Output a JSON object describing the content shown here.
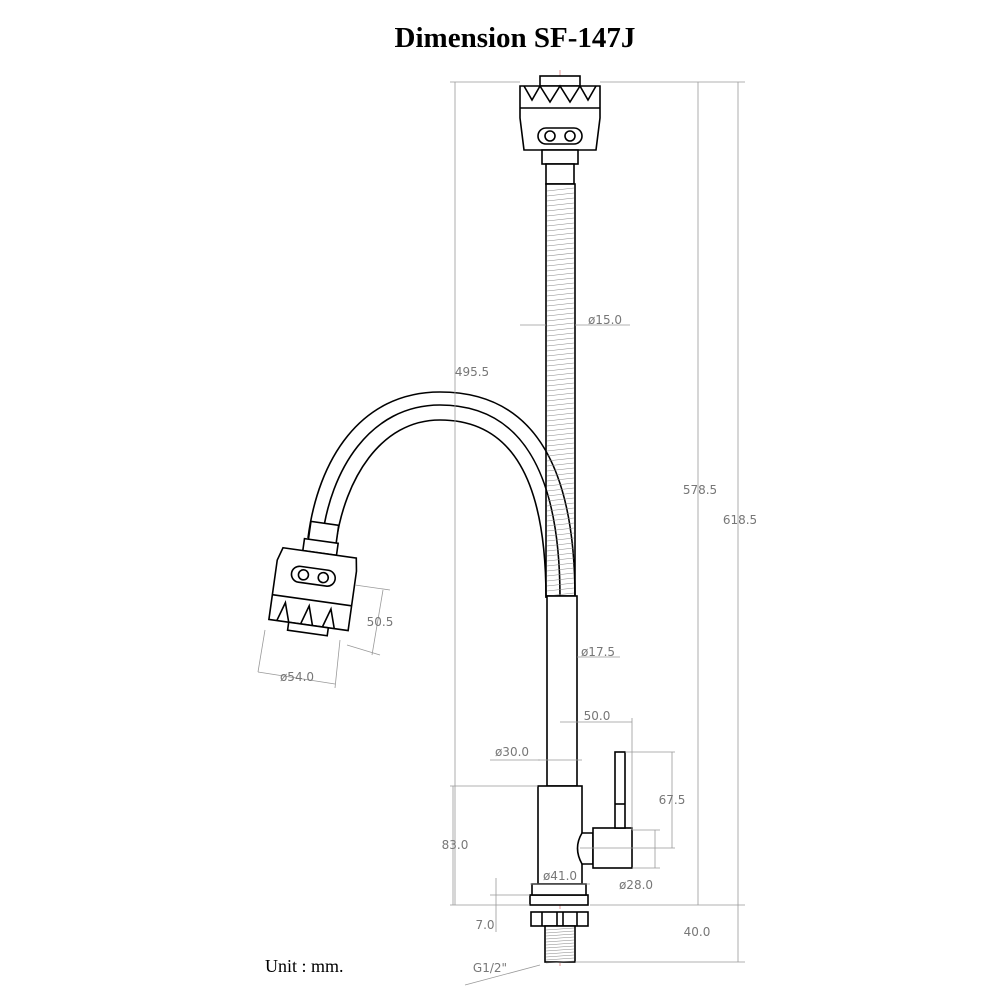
{
  "title": "Dimension  SF-147J",
  "unit": "Unit : mm.",
  "dimensions": {
    "total_height": "618.5",
    "height_to_ring": "578.5",
    "spout_height": "495.5",
    "hose_diameter": "ø15.0",
    "pipe_diameter": "ø17.5",
    "handle_offset": "50.0",
    "upper_tube_diameter": "ø30.0",
    "handle_height": "67.5",
    "body_height": "83.0",
    "body_diameter": "ø41.0",
    "handle_hub_diameter": "ø28.0",
    "ring_thickness": "7.0",
    "thread_length": "40.0",
    "thread": "G1/2\"",
    "head_height": "50.5",
    "head_diameter": "ø54.0"
  }
}
